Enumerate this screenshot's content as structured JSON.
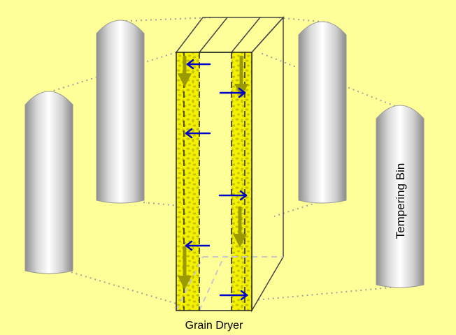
{
  "labels": {
    "dryer": "Grain Dryer",
    "tempering_bin": "Tempering Bin"
  },
  "colors": {
    "background": "#ffff99",
    "grain": "#c8c000",
    "grain_fill": "#f2f200",
    "grain_arrow": "#9a9a00",
    "air_arrow": "#0000cc",
    "outline": "#333333",
    "connector": "#a0a0a0"
  },
  "elements": {
    "bins": [
      "tempering-bin",
      "tempering-bin",
      "tempering-bin",
      "tempering-bin"
    ],
    "air_flow_direction": [
      "left",
      "right",
      "left",
      "right",
      "left",
      "right"
    ],
    "grain_flow_direction": "down"
  }
}
